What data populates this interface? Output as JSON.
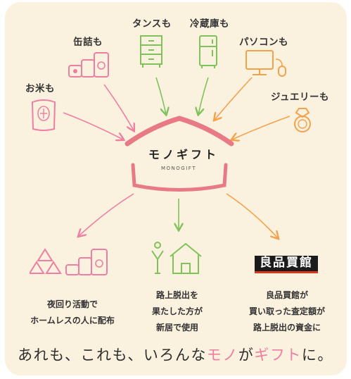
{
  "items": {
    "rice": "お米も",
    "cans": "缶詰も",
    "dresser": "タンスも",
    "fridge": "冷蔵庫も",
    "pc": "パソコンも",
    "jewelry": "ジュエリーも"
  },
  "logo": {
    "text": "モノギフト",
    "sub": "MONOGIFT"
  },
  "outcomes": {
    "left": [
      "夜回り活動で",
      "ホームレスの人に配布"
    ],
    "center": [
      "路上脱出を",
      "果たした方が",
      "新居で使用"
    ],
    "right_brand": "良品買館",
    "right": [
      "良品買館が",
      "買い取った査定額が",
      "路上脱出の資金に"
    ]
  },
  "tagline": {
    "part1": "あれも、これも、いろんな",
    "mono": "モノ",
    "part2": "が",
    "gift": "ギフト",
    "part3": "に。"
  },
  "colors": {
    "pink": "#ee7fa2",
    "green": "#7fc25a",
    "orange": "#f4a24a",
    "background": "#fbf1df",
    "roof": "#e87a86"
  }
}
